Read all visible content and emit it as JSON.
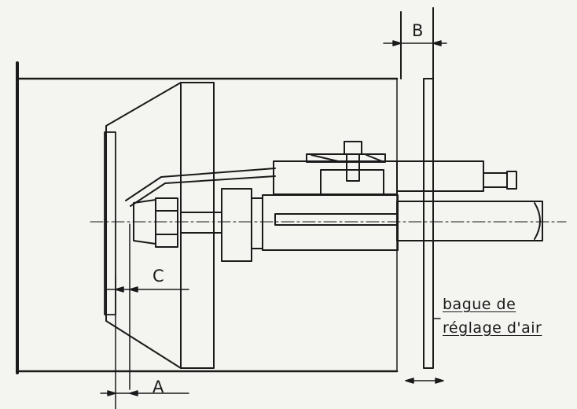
{
  "diagram": {
    "labels": {
      "dim_a": "A",
      "dim_b": "B",
      "dim_c": "C",
      "note_line1": "bague de",
      "note_line2": "réglage d'air"
    },
    "colors": {
      "ink": "#1a1a1a",
      "paper": "#f4f4f1"
    }
  }
}
